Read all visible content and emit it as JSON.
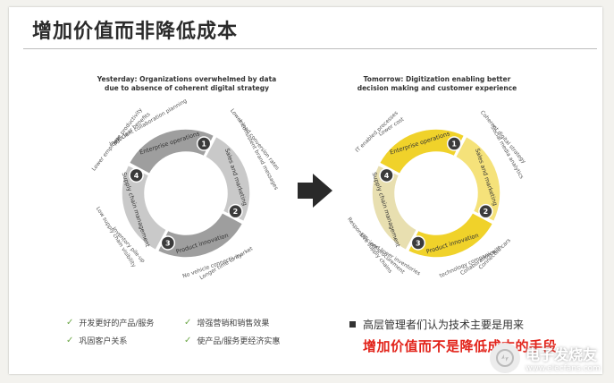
{
  "title": "增加价值而非降低成本",
  "left_diagram": {
    "caption_line1": "Yesterday: Organizations overwhelmed by data",
    "caption_line2": "due to absence of coherent digital strategy",
    "segments": [
      {
        "num": "1",
        "label": "Enterprise operations"
      },
      {
        "num": "2",
        "label": "Sales and marketing"
      },
      {
        "num": "3",
        "label": "Product innovation"
      },
      {
        "num": "4",
        "label": "Supply chain management"
      }
    ],
    "outer_notes": [
      "Lower employee productivity",
      "MA clear benefits",
      "Inefficient collaboration planning",
      "Lower lead conversion rates",
      "Inconsistent brand messages",
      "Longer time to market",
      "No vehicle connectivity",
      "Low supply chain visibility",
      "Inventory pile-up"
    ],
    "colors": {
      "ring": "#9e9e9e",
      "ring_light": "#c9c9c9",
      "badge": "#3b3b3b"
    }
  },
  "right_diagram": {
    "caption_line1": "Tomorrow: Digitization enabling better",
    "caption_line2": "decision making and customer experience",
    "segments": [
      {
        "num": "1",
        "label": "Enterprise operations"
      },
      {
        "num": "2",
        "label": "Sales and marketing"
      },
      {
        "num": "3",
        "label": "Product innovation"
      },
      {
        "num": "4",
        "label": "Supply chain management"
      }
    ],
    "outer_notes": [
      "IT enabled processes",
      "Lower cost",
      "Coherent digital strategy",
      "Social media analytics",
      "Connected cars",
      "Collaboration with",
      "technology companies",
      "Responsive supply chains",
      "Efficient procurement",
      "and lower inventories"
    ],
    "colors": {
      "ring": "#f0d22a",
      "ring_light": "#f5e27a",
      "ring_pale": "#e8dfb0",
      "badge": "#3b3b3b"
    }
  },
  "arrow_icon": "right-arrow-icon",
  "legend": [
    "开发更好的产品/服务",
    "增强营销和销售效果",
    "巩固客户关系",
    "使产品/服务更经济实惠"
  ],
  "bullet_text": "高层管理者们认为技术主要是用来",
  "highlight_text": "增加价值而不是降低成本的手段",
  "watermark": {
    "cn": "电子发烧友",
    "en": "www.elecfans.com"
  },
  "accent_red": "#e2231a",
  "check_green": "#6fa84a"
}
